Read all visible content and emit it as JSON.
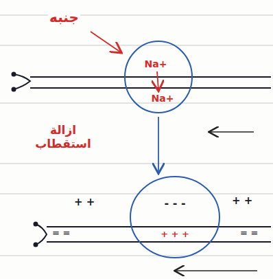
{
  "diagram": {
    "nodes": [
      {
        "text": [
          "Na+",
          "Na+"
        ]
      },
      {
        "text": [
          "- - -",
          "+ + +"
        ]
      }
    ],
    "edges": [
      {
        "from": 0,
        "to": 1,
        "arrow": "to"
      }
    ],
    "labels": [
      "جنبه",
      "ازالة استقطاب",
      "+ +",
      "+ +",
      "= =",
      "= ="
    ]
  }
}
